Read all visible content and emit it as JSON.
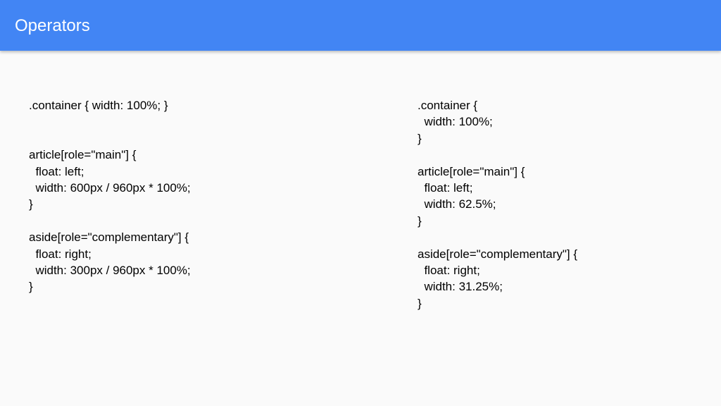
{
  "header": {
    "title": "Operators"
  },
  "left_code": {
    "lines": [
      ".container { width: 100%; }",
      "",
      "",
      "article[role=\"main\"] {",
      "  float: left;",
      "  width: 600px / 960px * 100%;",
      "}",
      "",
      "aside[role=\"complementary\"] {",
      "  float: right;",
      "  width: 300px / 960px * 100%;",
      "}"
    ]
  },
  "right_code": {
    "lines": [
      ".container {",
      "  width: 100%;",
      "}",
      "",
      "article[role=\"main\"] {",
      "  float: left;",
      "  width: 62.5%;",
      "}",
      "",
      "aside[role=\"complementary\"] {",
      "  float: right;",
      "  width: 31.25%;",
      "}"
    ]
  },
  "colors": {
    "header_bg": "#4285f4",
    "title_text": "#ffffff",
    "body_bg": "#fafafa",
    "code_text": "#000000"
  }
}
